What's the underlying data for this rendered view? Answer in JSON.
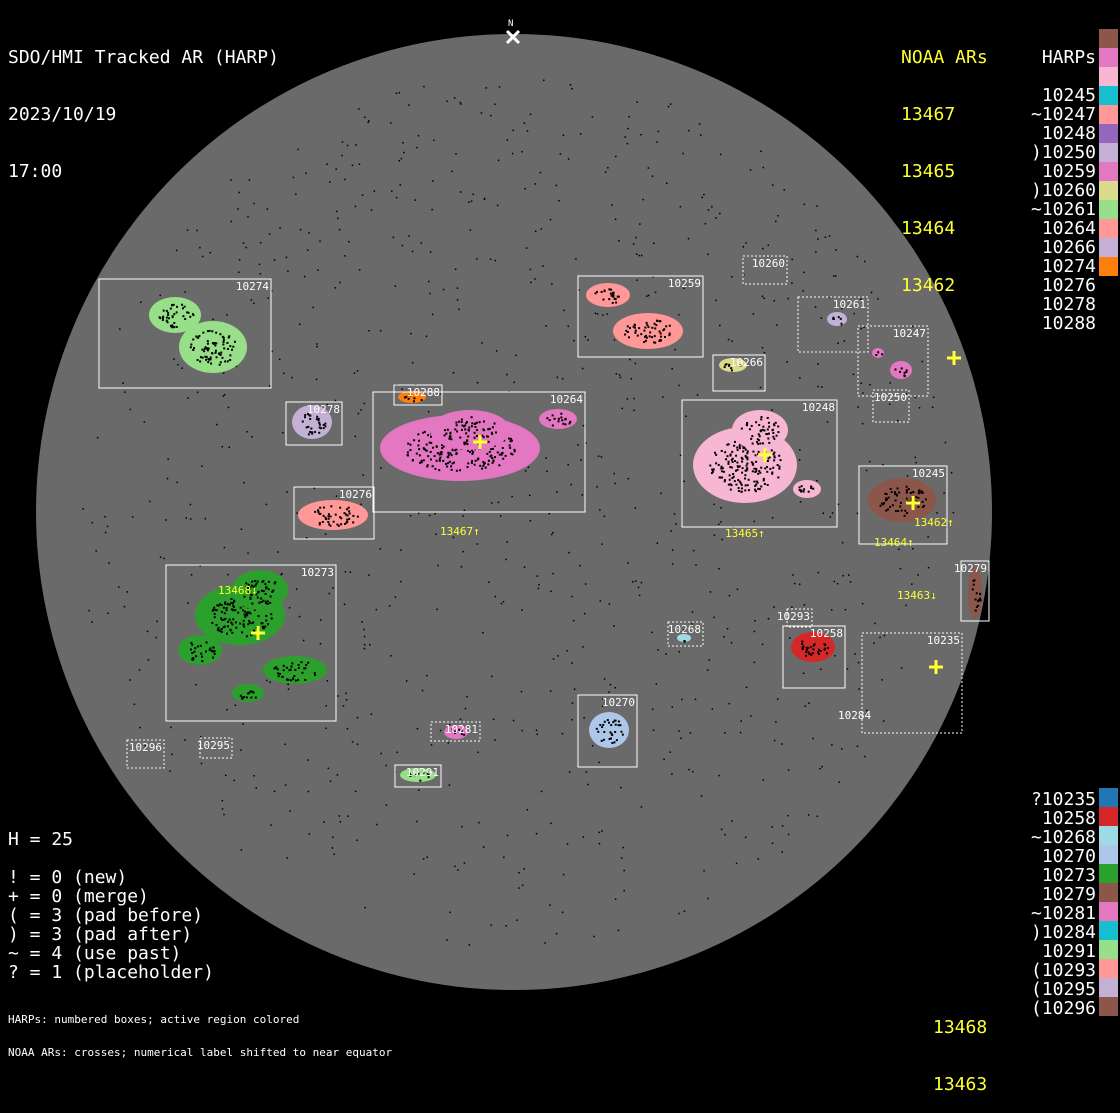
{
  "header": {
    "title": "SDO/HMI Tracked AR (HARP)",
    "date": "2023/10/19",
    "time": "17:00",
    "north": "N"
  },
  "noaa_header": "NOAA ARs",
  "harps_header": "HARPs",
  "noaa_top": [
    "13467",
    "13465",
    "13464",
    "13462"
  ],
  "noaa_bottom": [
    "13468",
    "13463"
  ],
  "harps_top": [
    {
      "label": "10245",
      "color": "#8c564b"
    },
    {
      "label": "~10247",
      "color": "#e377c2"
    },
    {
      "label": "10248",
      "color": "#f7b6d2"
    },
    {
      "label": ")10250",
      "color": "#17becf"
    },
    {
      "label": "10259",
      "color": "#ff9896"
    },
    {
      "label": ")10260",
      "color": "#9467bd"
    },
    {
      "label": "~10261",
      "color": "#c5b0d5"
    },
    {
      "label": "10264",
      "color": "#e377c2"
    },
    {
      "label": "10266",
      "color": "#dbdb8d"
    },
    {
      "label": "10274",
      "color": "#98df8a"
    },
    {
      "label": "10276",
      "color": "#ff9896"
    },
    {
      "label": "10278",
      "color": "#c5b0d5"
    },
    {
      "label": "10288",
      "color": "#ff7f0e"
    }
  ],
  "harps_bottom": [
    {
      "label": "?10235",
      "color": "#1f77b4"
    },
    {
      "label": "10258",
      "color": "#d62728"
    },
    {
      "label": "~10268",
      "color": "#9edae5"
    },
    {
      "label": "10270",
      "color": "#aec7e8"
    },
    {
      "label": "10273",
      "color": "#2ca02c"
    },
    {
      "label": "10279",
      "color": "#8c564b"
    },
    {
      "label": "~10281",
      "color": "#e377c2"
    },
    {
      "label": ")10284",
      "color": "#17becf"
    },
    {
      "label": "10291",
      "color": "#98df8a"
    },
    {
      "label": "(10293",
      "color": "#ff9896"
    },
    {
      "label": "(10295",
      "color": "#c5b0d5"
    },
    {
      "label": "(10296",
      "color": "#8c564b"
    }
  ],
  "stats": [
    "H = 25",
    "",
    "! = 0 (new)",
    "+ = 0 (merge)",
    "( = 3 (pad before)",
    ") = 3 (pad after)",
    "~ = 4 (use past)",
    "? = 1 (placeholder)"
  ],
  "footer": [
    "HARPs: numbered boxes; active region colored",
    "NOAA ARs: crosses; numerical label shifted to near equator"
  ],
  "disk_labels": {
    "boxes": [
      "10274",
      "10259",
      "10260",
      "10261",
      "10247",
      "10266",
      "10250",
      "10288",
      "10278",
      "10264",
      "10248",
      "10245",
      "10276",
      "10273",
      "10279",
      "10293",
      "10268",
      "10258",
      "10235",
      "10284",
      "10270",
      "10281",
      "10296",
      "10295",
      "10291"
    ],
    "noaa": [
      "13467↑",
      "13465↑",
      "13464↑",
      "13462↑",
      "13468↓",
      "13463↓"
    ]
  },
  "colors": {
    "disk": "#6a6a6a",
    "noaa": "#ffff33",
    "box": "#ffffff"
  }
}
